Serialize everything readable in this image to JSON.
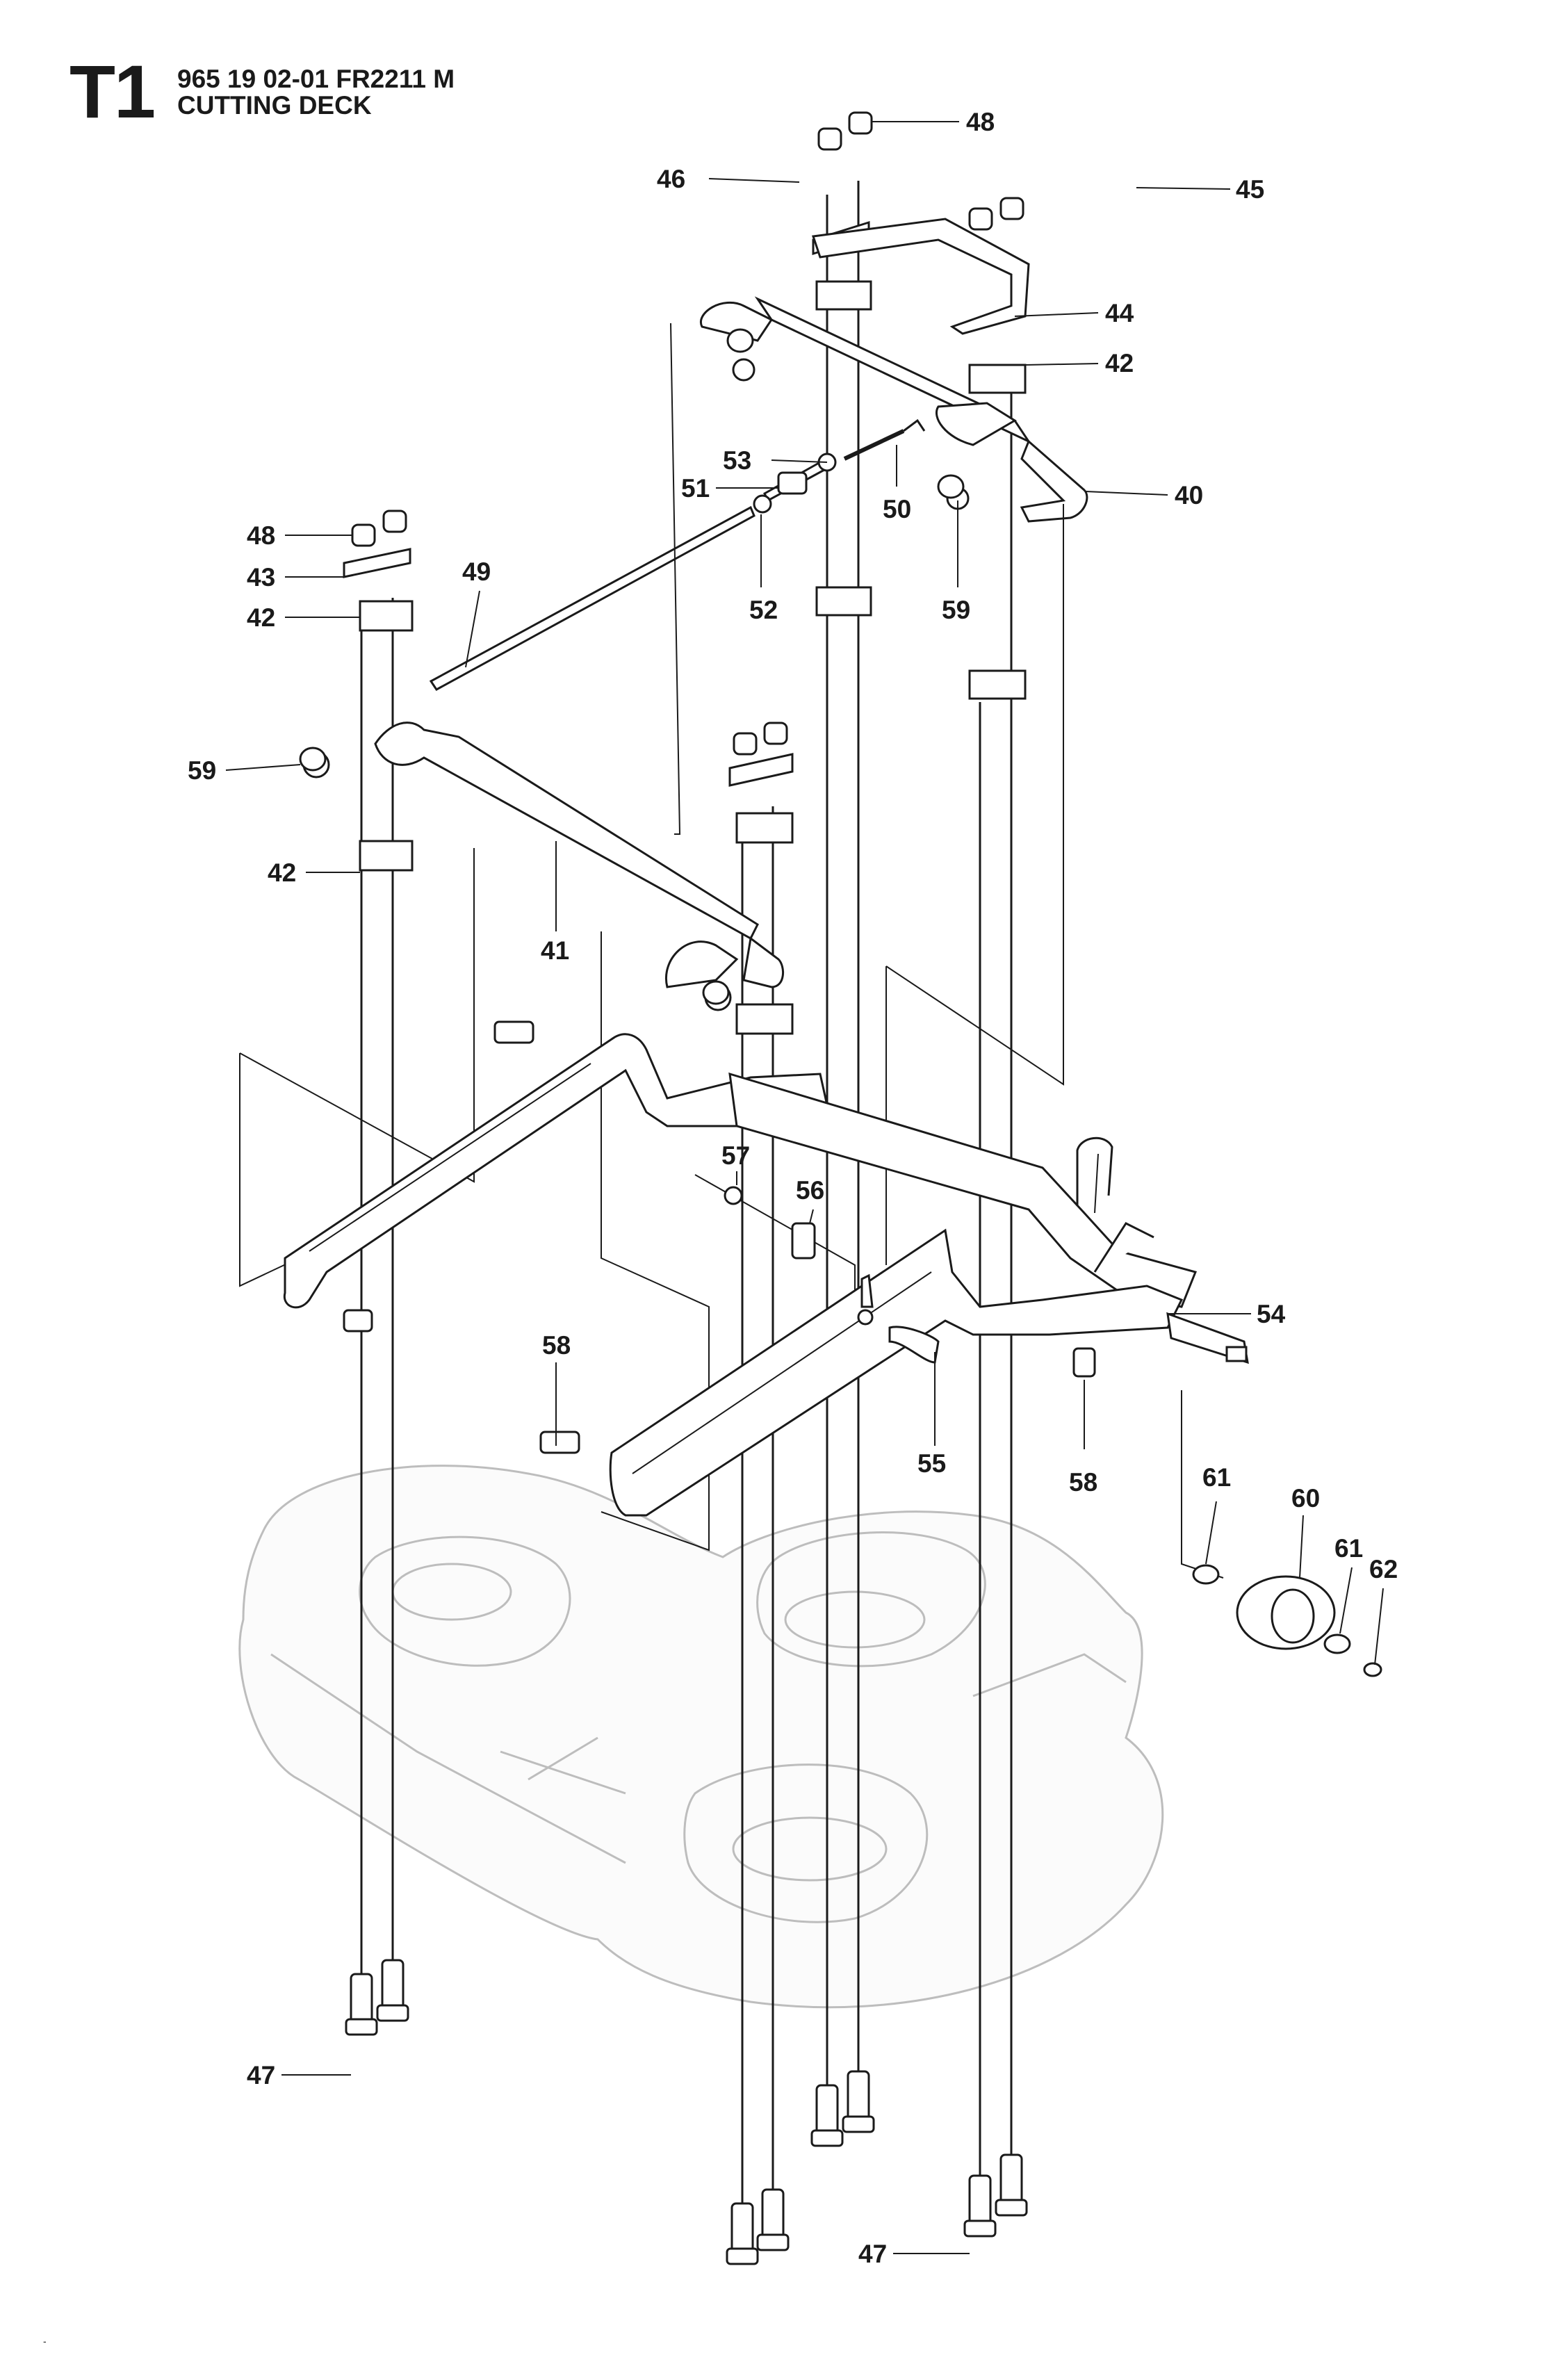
{
  "header": {
    "section": "T1",
    "model": "965 19 02-01 FR2211 M",
    "title": "CUTTING DECK"
  },
  "parts": [
    {
      "id": "p48a",
      "label": "48"
    },
    {
      "id": "p46",
      "label": "46"
    },
    {
      "id": "p45",
      "label": "45"
    },
    {
      "id": "p44",
      "label": "44"
    },
    {
      "id": "p42a",
      "label": "42"
    },
    {
      "id": "p40",
      "label": "40"
    },
    {
      "id": "p53",
      "label": "53"
    },
    {
      "id": "p51",
      "label": "51"
    },
    {
      "id": "p50",
      "label": "50"
    },
    {
      "id": "p52",
      "label": "52"
    },
    {
      "id": "p59a",
      "label": "59"
    },
    {
      "id": "p48b",
      "label": "48"
    },
    {
      "id": "p43",
      "label": "43"
    },
    {
      "id": "p42b",
      "label": "42"
    },
    {
      "id": "p49",
      "label": "49"
    },
    {
      "id": "p59b",
      "label": "59"
    },
    {
      "id": "p42c",
      "label": "42"
    },
    {
      "id": "p41",
      "label": "41"
    },
    {
      "id": "p57",
      "label": "57"
    },
    {
      "id": "p56",
      "label": "56"
    },
    {
      "id": "p54",
      "label": "54"
    },
    {
      "id": "p58a",
      "label": "58"
    },
    {
      "id": "p55",
      "label": "55"
    },
    {
      "id": "p58b",
      "label": "58"
    },
    {
      "id": "p61a",
      "label": "61"
    },
    {
      "id": "p60",
      "label": "60"
    },
    {
      "id": "p61b",
      "label": "61"
    },
    {
      "id": "p62",
      "label": "62"
    },
    {
      "id": "p47a",
      "label": "47"
    },
    {
      "id": "p47b",
      "label": "47"
    }
  ],
  "footer": {
    "mark": "-"
  }
}
